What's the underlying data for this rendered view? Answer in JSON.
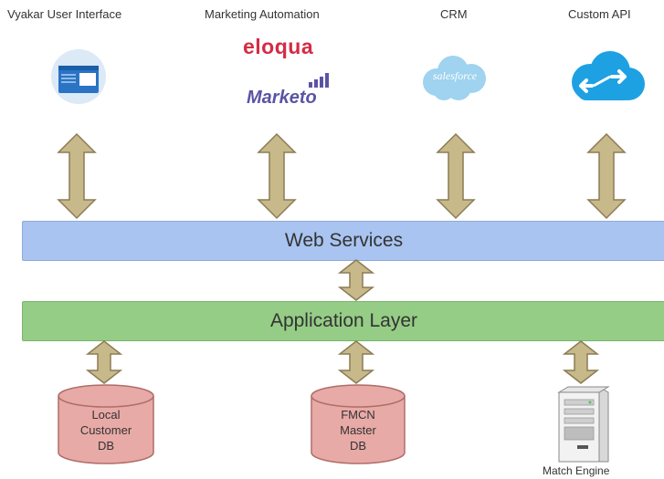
{
  "systems": {
    "vyakar": {
      "label": "Vyakar User Interface",
      "icon": "window-icon"
    },
    "marketing": {
      "label": "Marketing Automation",
      "logos": [
        "eloqua",
        "Marketo"
      ]
    },
    "crm": {
      "label": "CRM",
      "logo": "salesforce"
    },
    "api": {
      "label": "Custom API",
      "icon": "cloud-exchange-icon"
    }
  },
  "layers": {
    "web_services": "Web Services",
    "application": "Application Layer"
  },
  "datastores": {
    "local": {
      "line1": "Local",
      "line2": "Customer",
      "line3": "DB"
    },
    "master": {
      "line1": "FMCN",
      "line2": "Master",
      "line3": "DB"
    },
    "engine": {
      "label": "Match Engine",
      "icon": "server-icon"
    }
  },
  "colors": {
    "web_services": "#a9c4f0",
    "application": "#95cd86",
    "database": "#e8aaa6",
    "arrow": "#c8b98a",
    "eloqua": "#d42c43",
    "marketo": "#5a54a4",
    "salesforce": "#9fd3ef",
    "cloud": "#1da1e2"
  }
}
